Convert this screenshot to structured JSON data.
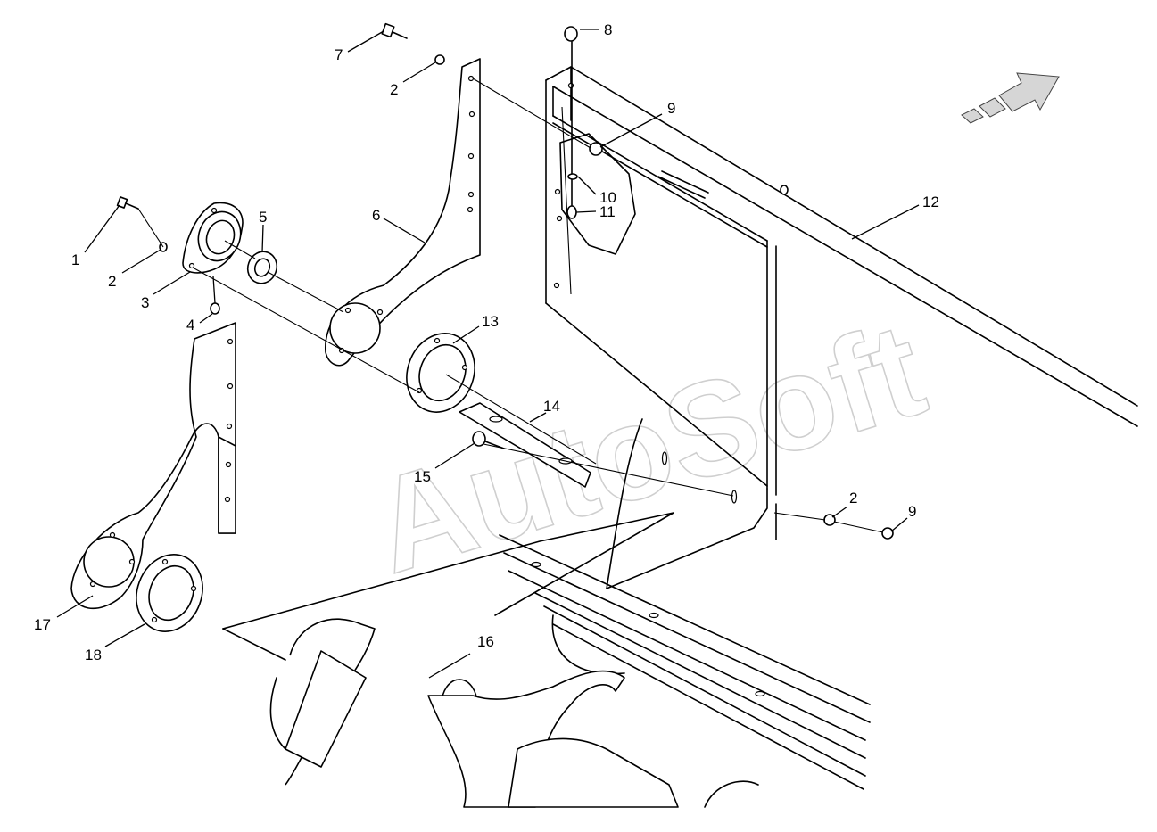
{
  "watermark": "AutoSoft",
  "callouts": {
    "c1": "1",
    "c2a": "2",
    "c2b": "2",
    "c2c": "2",
    "c3": "3",
    "c4": "4",
    "c5": "5",
    "c6": "6",
    "c7": "7",
    "c8": "8",
    "c9a": "9",
    "c9b": "9",
    "c10": "10",
    "c11": "11",
    "c12": "12",
    "c13": "13",
    "c14": "14",
    "c15": "15",
    "c16": "16",
    "c17": "17",
    "c18": "18"
  },
  "icons": {
    "direction": "forward-arrow-icon"
  }
}
